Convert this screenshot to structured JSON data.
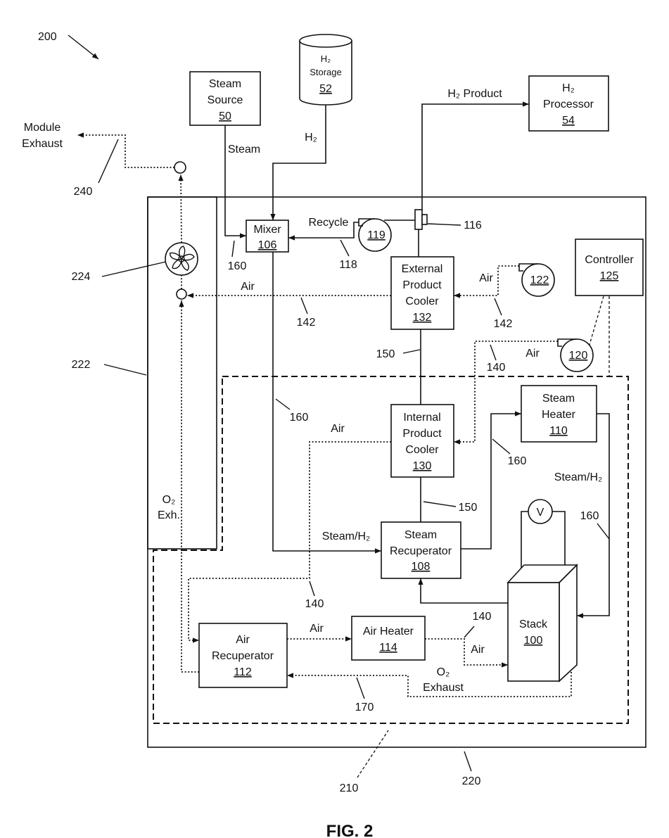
{
  "figure": {
    "ref": "200",
    "caption": "FIG. 2"
  },
  "steam_source": {
    "line1": "Steam",
    "line2": "Source",
    "ref": "50"
  },
  "h2_storage": {
    "line1": "H₂",
    "line2": "Storage",
    "ref": "52"
  },
  "h2_processor": {
    "line1": "H₂",
    "line2": "Processor",
    "ref": "54"
  },
  "mixer": {
    "line1": "Mixer",
    "ref": "106"
  },
  "tee": {
    "ref": "116"
  },
  "recycle_blower": {
    "ref": "119"
  },
  "external_cooler": {
    "line1": "External",
    "line2": "Product",
    "line3": "Cooler",
    "ref": "132"
  },
  "air_blower_a": {
    "ref": "122"
  },
  "controller": {
    "line1": "Controller",
    "ref": "125"
  },
  "air_blower_b": {
    "ref": "120"
  },
  "internal_cooler": {
    "line1": "Internal",
    "line2": "Product",
    "line3": "Cooler",
    "ref": "130"
  },
  "steam_heater": {
    "line1": "Steam",
    "line2": "Heater",
    "ref": "110"
  },
  "steam_recuperator": {
    "line1": "Steam",
    "line2": "Recuperator",
    "ref": "108"
  },
  "voltmeter": {
    "symbol": "V"
  },
  "stack": {
    "line1": "Stack",
    "ref": "100"
  },
  "air_heater": {
    "line1": "Air Heater",
    "ref": "114"
  },
  "air_recuperator": {
    "line1": "Air",
    "line2": "Recuperator",
    "ref": "112"
  },
  "exhaust_fan": {
    "ref": "224"
  },
  "module_exhaust": {
    "line1": "Module",
    "line2": "Exhaust",
    "ref": "240"
  },
  "module_enclosure": {
    "ref": "220"
  },
  "hot_box": {
    "ref": "210"
  },
  "exhaust_column": {
    "ref": "222",
    "line1": "O₂",
    "line2": "Exh."
  },
  "streams": {
    "steam_feed": {
      "label": "Steam",
      "ref": "160"
    },
    "h2_feed": {
      "label": "H₂"
    },
    "h2_product": {
      "label": "H₂ Product"
    },
    "recycle": {
      "label": "Recycle",
      "ref": "118"
    },
    "product_line": {
      "ref_upper": "150",
      "ref_lower": "150"
    },
    "ext_cooler_air_in": {
      "label": "Air",
      "ref": "142"
    },
    "ext_cooler_air_out": {
      "label": "Air",
      "ref": "142"
    },
    "int_cooler_air_in": {
      "label": "Air",
      "ref": "140"
    },
    "int_cooler_air_out": {
      "label": "Air",
      "ref": "140"
    },
    "mixer_to_recuperator": {
      "label": "Steam/H₂",
      "ref": "160"
    },
    "recuperator_to_heater": {
      "ref": "160"
    },
    "heater_to_stack": {
      "label": "Steam/H₂",
      "ref": "160"
    },
    "air_recuperator_to_heater": {
      "label": "Air"
    },
    "air_heater_to_stack": {
      "label": "Air",
      "ref": "140"
    },
    "o2_exhaust": {
      "line1": "O₂",
      "line2": "Exhaust",
      "ref": "170"
    }
  }
}
